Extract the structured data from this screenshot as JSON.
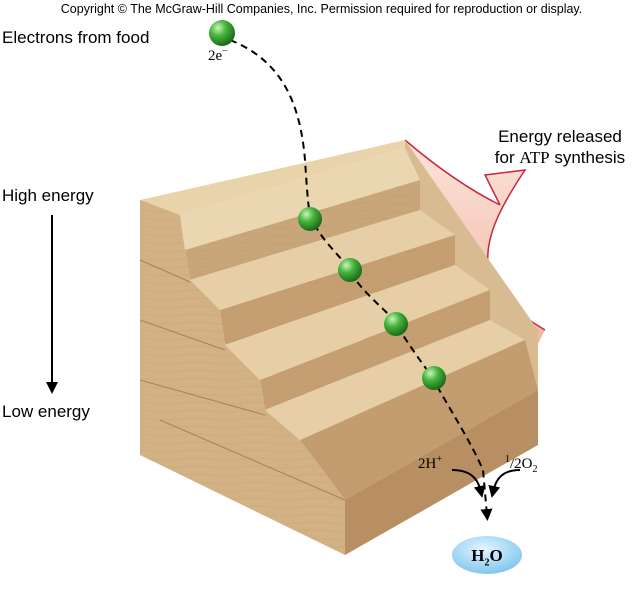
{
  "copyright": "Copyright © The McGraw-Hill Companies, Inc. Permission required for reproduction or display.",
  "labels": {
    "electrons_from_food": "Electrons from food",
    "electron_count": "2e",
    "electron_charge": "−",
    "high_energy": "High energy",
    "low_energy": "Low energy",
    "energy_released_line1": "Energy released",
    "energy_released_for": "for ",
    "energy_released_atp": "ATP",
    "energy_released_synthesis": " synthesis",
    "proton_base": "2H",
    "proton_charge": "+",
    "oxygen_coef": "1",
    "oxygen_frac": "/2",
    "oxygen_base": "O",
    "oxygen_sub": "2",
    "water_h": "H",
    "water_sub": "2",
    "water_o": "O"
  },
  "colors": {
    "electron": "#3fae3a",
    "energy_fill": "#f6c7b8",
    "energy_edge": "#c8283c",
    "water": "#a9d8f2",
    "wood_top": "#e6cfa6",
    "wood_front": "#c9a57a",
    "wood_side": "#d6b98f"
  },
  "icons": [
    "electron-sphere",
    "down-arrow",
    "curved-arrow",
    "water-droplet"
  ]
}
